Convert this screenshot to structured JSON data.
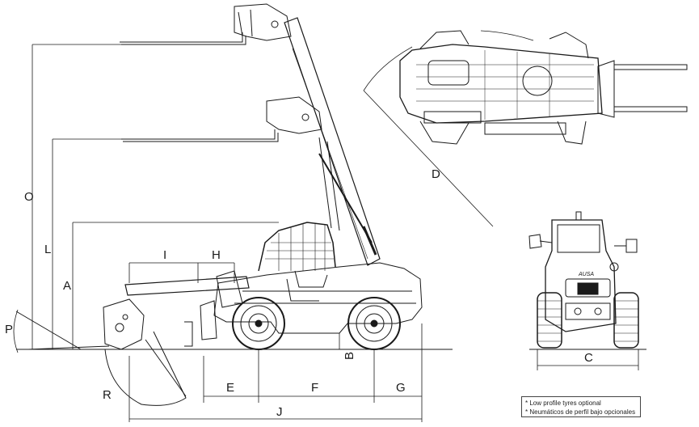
{
  "dimensions": {
    "O": "O",
    "L": "L",
    "A": "A",
    "P": "P",
    "I": "I",
    "H": "H",
    "R": "R",
    "E": "E",
    "F": "F",
    "G": "G",
    "J": "J",
    "B": "B",
    "C": "C",
    "D": "D"
  },
  "notes": [
    "* Low profile tyres optional",
    "* Neumáticos de perfil bajo opcionales"
  ],
  "brand": "AUSA"
}
